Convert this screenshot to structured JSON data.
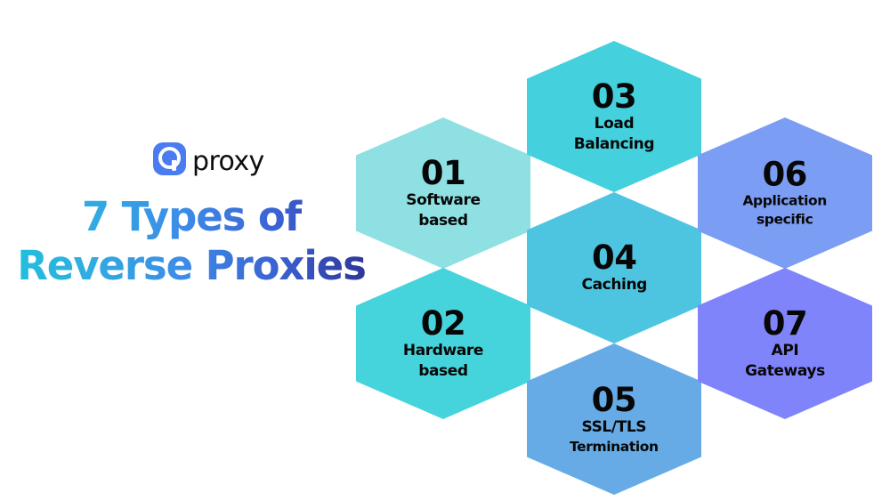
{
  "background_color": "#FFFFFF",
  "brand": {
    "logo_icon": "qproxy-logo-icon",
    "logo_mark_color": "#4B7BF0",
    "wordmark": "proxy"
  },
  "headline": {
    "line1": "7 Types of",
    "line2": "Reverse Proxies",
    "gradient_from": "#1FC3DC",
    "gradient_to": "#2B2F8C"
  },
  "hexagons": [
    {
      "number": "01",
      "label": "Software based",
      "label_line1": "Software",
      "label_line2": "based",
      "color": "#8FE0E3"
    },
    {
      "number": "02",
      "label": "Hardware based",
      "label_line1": "Hardware",
      "label_line2": "based",
      "color": "#46D4DC"
    },
    {
      "number": "03",
      "label": "Load Balancing",
      "label_line1": "Load",
      "label_line2": "Balancing",
      "color": "#44D0DD"
    },
    {
      "number": "04",
      "label": "Caching",
      "label_line1": "Caching",
      "label_line2": "",
      "color": "#4DC5E1"
    },
    {
      "number": "05",
      "label": "SSL/TLS Termination",
      "label_line1": "SSL/TLS",
      "label_line2": "Termination",
      "color": "#66ABE6"
    },
    {
      "number": "06",
      "label": "Application specific",
      "label_line1": "Application",
      "label_line2": "specific",
      "color": "#7C9DF4"
    },
    {
      "number": "07",
      "label": "API Gateways",
      "label_line1": "API",
      "label_line2": "Gateways",
      "color": "#8084FA"
    }
  ]
}
